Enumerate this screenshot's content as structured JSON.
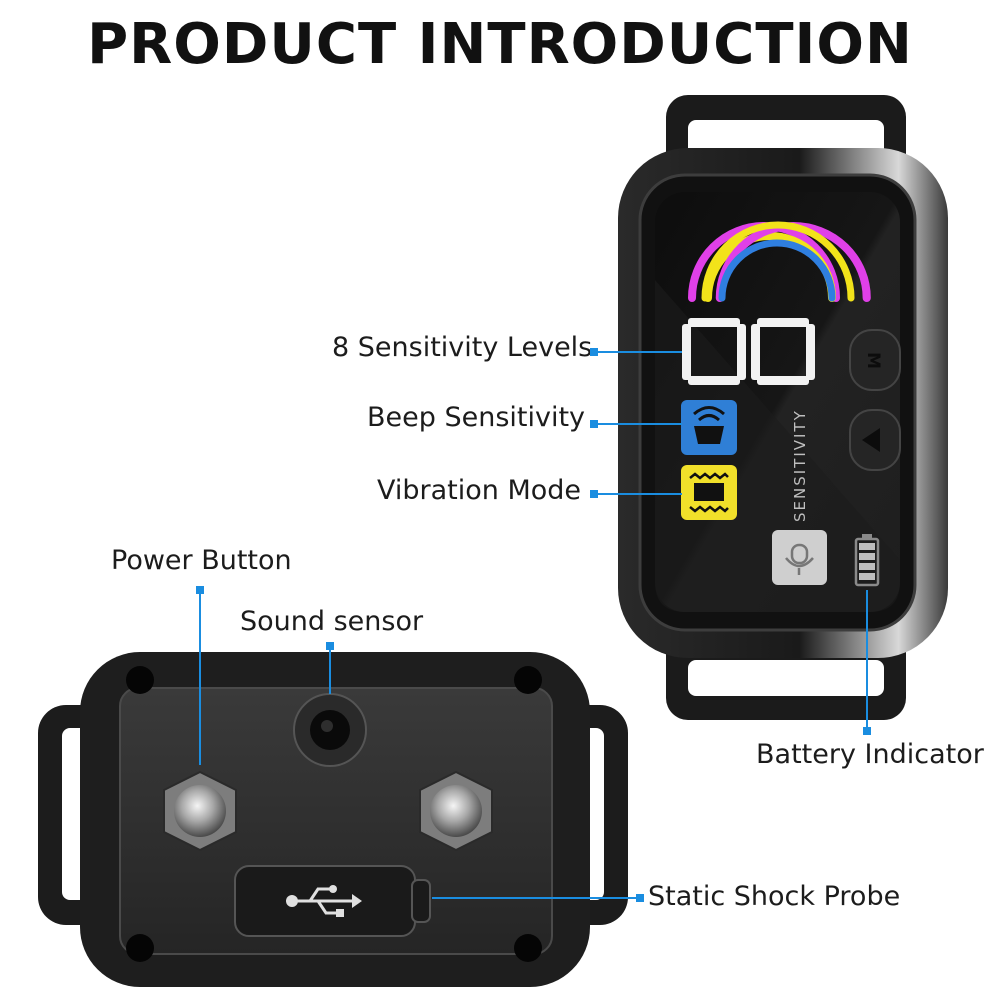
{
  "title": "PRODUCT INTRODUCTION",
  "labels": {
    "sensitivity_levels": "8 Sensitivity Levels",
    "beep_sensitivity": "Beep Sensitivity",
    "vibration_mode": "Vibration Mode",
    "power_button": "Power Button",
    "sound_sensor": "Sound sensor",
    "battery_indicator": "Battery Indicator",
    "static_shock_probe": "Static Shock Probe"
  },
  "device_screen": {
    "vertical_text": "SENSITIVITY",
    "mode_button_letter": "M",
    "digits": "00"
  },
  "colors": {
    "accent_leader": "#1a8de0",
    "rainbow_outer": "#e040e8",
    "rainbow_middle": "#f2e31a",
    "rainbow_inner": "#2f7fe0",
    "beep_icon_bg": "#2f7fd6",
    "vibration_icon_bg": "#f1e02a"
  }
}
